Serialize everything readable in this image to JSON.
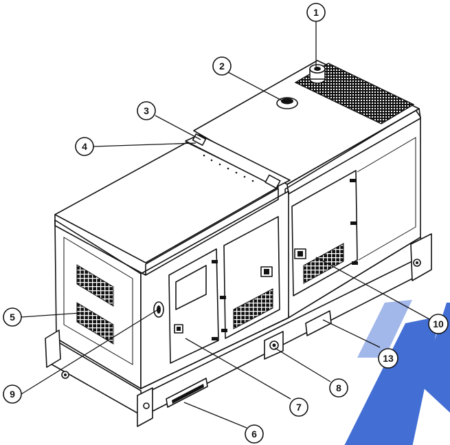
{
  "diagram": {
    "callouts": [
      {
        "id": "1",
        "label": "1"
      },
      {
        "id": "2",
        "label": "2"
      },
      {
        "id": "3",
        "label": "3"
      },
      {
        "id": "4",
        "label": "4"
      },
      {
        "id": "5",
        "label": "5"
      },
      {
        "id": "6",
        "label": "6"
      },
      {
        "id": "7",
        "label": "7"
      },
      {
        "id": "8",
        "label": "8"
      },
      {
        "id": "9",
        "label": "9"
      },
      {
        "id": "10",
        "label": "10"
      },
      {
        "id": "13",
        "label": "13"
      }
    ],
    "colors": {
      "line": "#111111",
      "background": "#ffffff",
      "watermark": "#2f5fd0"
    }
  }
}
